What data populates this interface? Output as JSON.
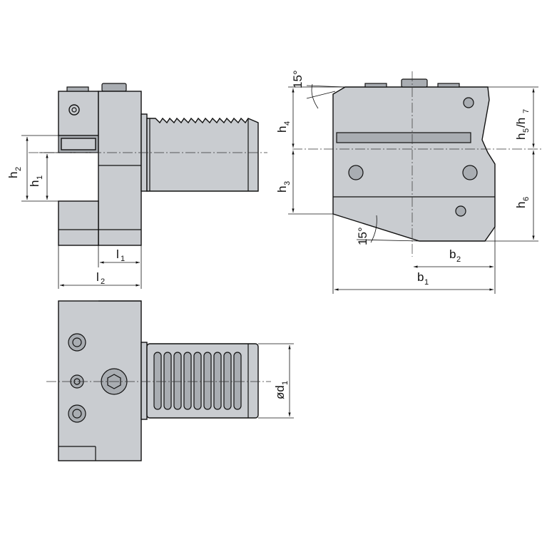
{
  "labels": {
    "h1": "h",
    "h1_sub": "1",
    "h2": "h",
    "h2_sub": "2",
    "h3": "h",
    "h3_sub": "3",
    "h4": "h",
    "h4_sub": "4",
    "h5h7_a": "h",
    "h5h7_a_sub": "5",
    "h5h7_slash": "/h",
    "h5h7_b_sub": "7",
    "h6": "h",
    "h6_sub": "6",
    "l1": "l",
    "l1_sub": "1",
    "l2": "l",
    "l2_sub": "2",
    "b1": "b",
    "b1_sub": "1",
    "b2": "b",
    "b2_sub": "2",
    "d1": "ød",
    "d1_sub": "1",
    "angle_top": "15°",
    "angle_bottom": "15°"
  },
  "colors": {
    "body": "#c9ccd0",
    "dark": "#a9adb2",
    "line": "#111111"
  }
}
